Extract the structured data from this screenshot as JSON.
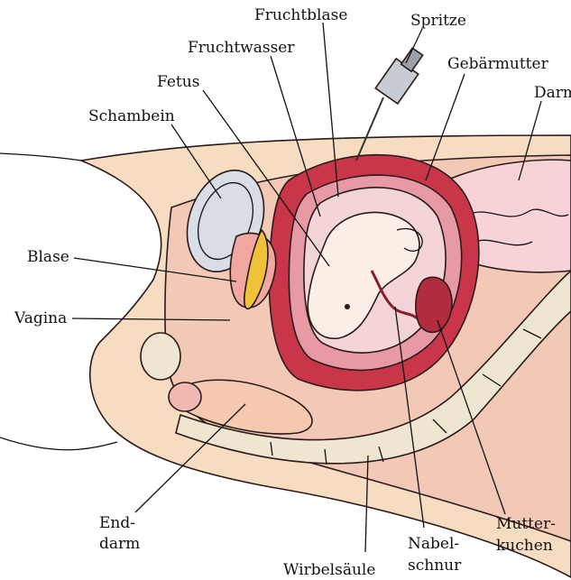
{
  "labels": {
    "fruchtblase": "Fruchtblase",
    "spritze": "Spritze",
    "fruchtwasser": "Fruchtwasser",
    "gebaermutter": "Gebärmutter",
    "fetus": "Fetus",
    "darm": "Darm",
    "schambein": "Schambein",
    "blase": "Blase",
    "vagina": "Vagina",
    "enddarm_1": "End-",
    "enddarm_2": "darm",
    "wirbelsaeule": "Wirbelsäule",
    "nabelschnur_1": "Nabel-",
    "nabelschnur_2": "schnur",
    "mutterkuchen_1": "Mutter-",
    "mutterkuchen_2": "kuchen"
  },
  "colors": {
    "skin": "#f6dcc0",
    "tissue_pink": "#f1c4b5",
    "uterus_wall": "#c9364a",
    "uterus_inner": "#e79aa6",
    "amnion": "#f3d5d8",
    "fetus": "#fbeee6",
    "bladder": "#d8dde6",
    "bone": "#efe6d2",
    "intestine": "#f7d3d8",
    "vagina_yellow": "#f0c23a"
  }
}
